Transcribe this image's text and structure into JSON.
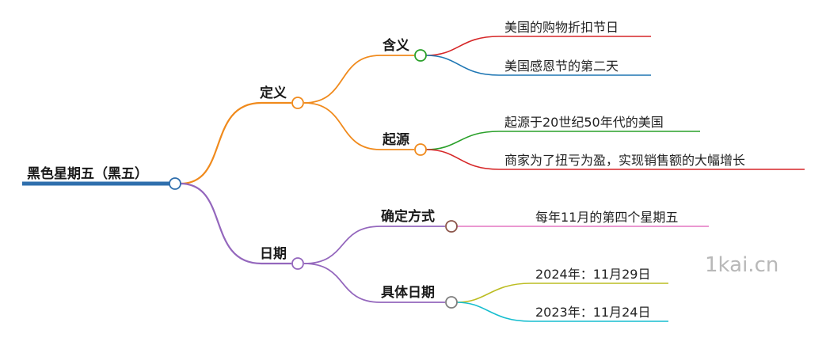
{
  "root": {
    "label": "黑色星期五（黑五）",
    "color": "#2f6fad"
  },
  "branches": [
    {
      "label": "定义",
      "color": "#f08a1c",
      "children": [
        {
          "label": "含义",
          "color": "#2aa02a",
          "leaves": [
            {
              "label": "美国的购物折扣节日",
              "color": "#d62728"
            },
            {
              "label": "美国感恩节的第二天",
              "color": "#1f77b4"
            }
          ]
        },
        {
          "label": "起源",
          "color": "#f08a1c",
          "leaves": [
            {
              "label": "起源于20世纪50年代的美国",
              "color": "#2aa02a"
            },
            {
              "label": "商家为了扭亏为盈，实现销售额的大幅增长",
              "color": "#d62728"
            }
          ]
        }
      ]
    },
    {
      "label": "日期",
      "color": "#9467bd",
      "children": [
        {
          "label": "确定方式",
          "color": "#8c564b",
          "leaves": [
            {
              "label": "每年11月的第四个星期五",
              "color": "#e377c2"
            }
          ]
        },
        {
          "label": "具体日期",
          "color": "#7f7f7f",
          "leaves": [
            {
              "label": "2024年：11月29日",
              "color": "#bcbd22"
            },
            {
              "label": "2023年：11月24日",
              "color": "#17becf"
            }
          ]
        }
      ]
    }
  ],
  "watermark": "1kai.cn"
}
